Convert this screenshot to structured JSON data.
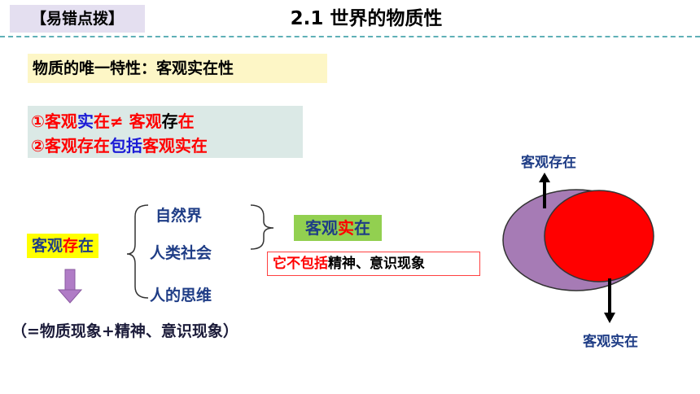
{
  "header": {
    "tag": "【易错点拨】",
    "title": "2.1 世界的物质性"
  },
  "definition": "物质的唯一特性：客观实在性",
  "points": {
    "p1": {
      "a": "①客观",
      "b": "实",
      "c": "在≠ 客观",
      "d": "存",
      "e": "在"
    },
    "p2": {
      "a": "②客观存在",
      "b": "包括",
      "c": "客观实在"
    }
  },
  "existence": {
    "pre": "客观",
    "mid": "存",
    "post": "在"
  },
  "categories": [
    "自然界",
    "人类社会",
    "人的思维"
  ],
  "result": {
    "pre": "客观",
    "mid": "实",
    "post": "在"
  },
  "exclusion": {
    "red": "它不包括",
    "black": "精神、意识现象"
  },
  "formula": "（=物质现象+精神、意识现象）",
  "venn": {
    "outer_label": "客观存在",
    "inner_label": "客观实在",
    "outer_color": "#a67bb5",
    "inner_color": "#ff0000"
  }
}
